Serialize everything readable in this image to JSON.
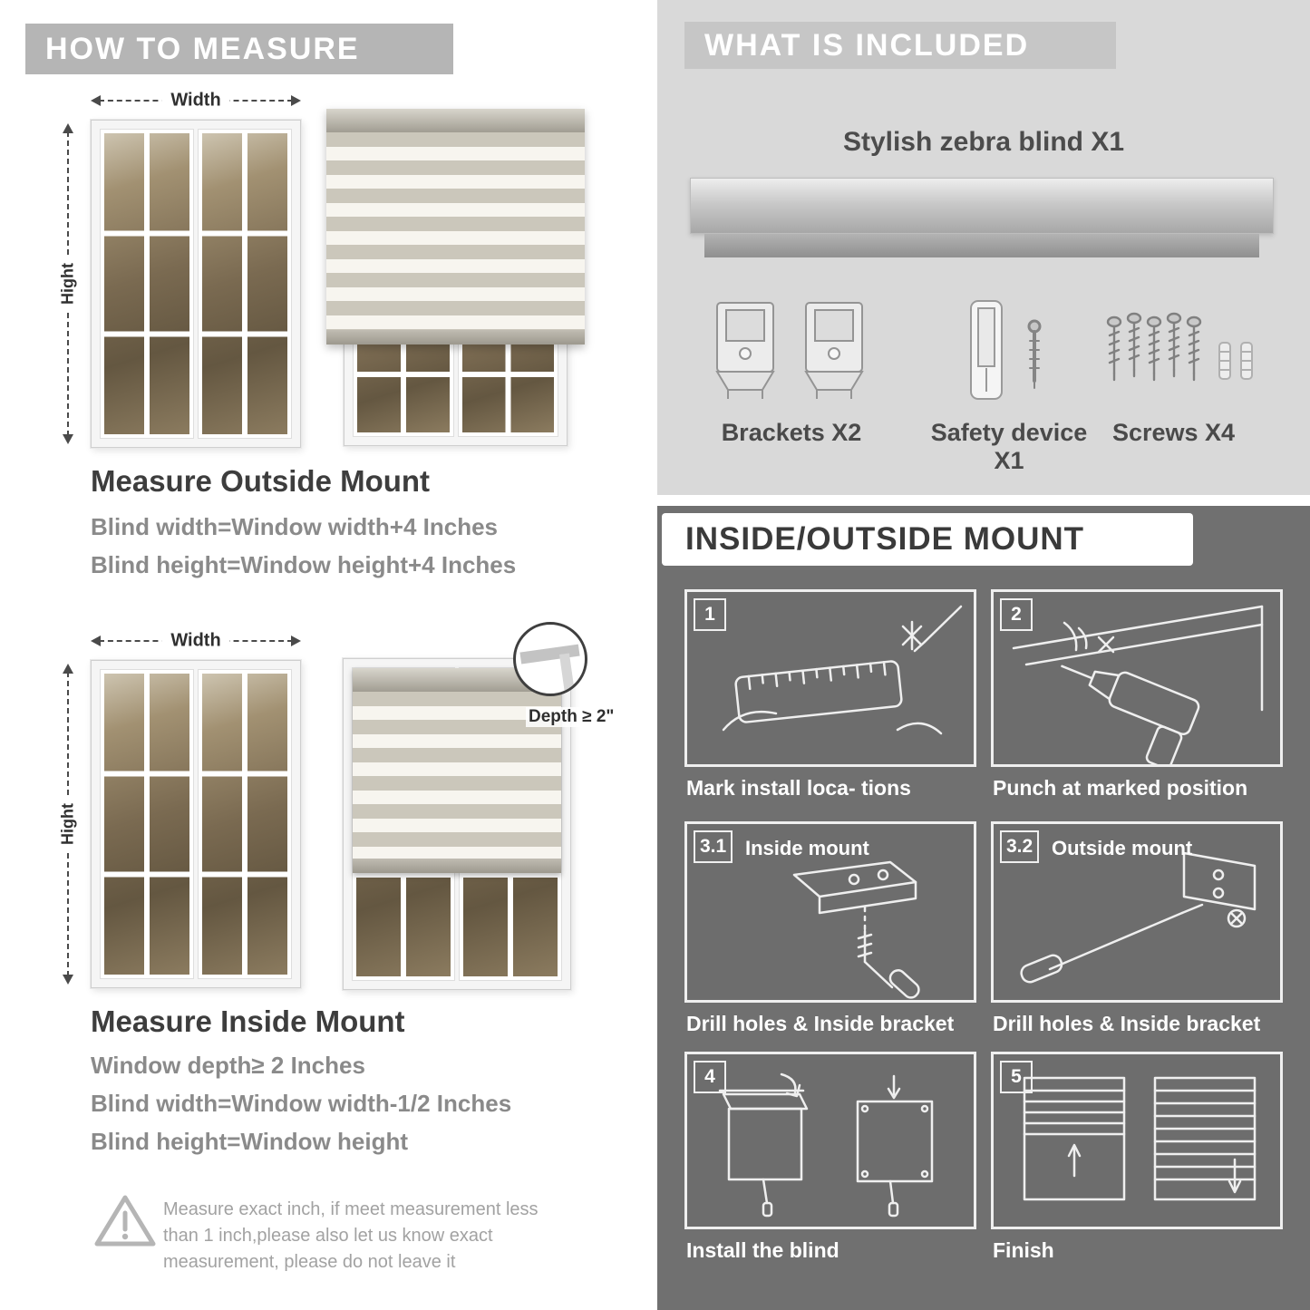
{
  "left": {
    "header": "HOW TO MEASURE",
    "outside_fig": {
      "width_label": "Width",
      "height_label": "Hight"
    },
    "outside": {
      "title": "Measure Outside Mount",
      "line1": "Blind width=Window width+4 Inches",
      "line2": "Blind height=Window height+4 Inches"
    },
    "inside_fig": {
      "width_label": "Width",
      "height_label": "Hight",
      "depth_label": "Depth ≥ 2\""
    },
    "inside": {
      "title": "Measure Inside Mount",
      "line1": "Window depth≥ 2 Inches",
      "line2": "Blind width=Window width-1/2 Inches",
      "line3": "Blind height=Window height"
    },
    "warning": {
      "icon": "triangle-exclamation",
      "text": "Measure exact inch, if meet measurement less than 1 inch,please also let us know exact measurement, please do not leave it"
    }
  },
  "included": {
    "header": "WHAT IS INCLUDED",
    "product_label": "Stylish zebra blind X1",
    "items": [
      {
        "label": "Brackets X2",
        "icon": "brackets-icon"
      },
      {
        "label": "Safety device X1",
        "icon": "safety-device-icon"
      },
      {
        "label": "Screws X4",
        "icon": "screws-icon"
      }
    ]
  },
  "mount": {
    "header": "INSIDE/OUTSIDE MOUNT",
    "steps": [
      {
        "num": "1",
        "caption": "Mark install loca- tions"
      },
      {
        "num": "2",
        "caption": "Punch at  marked position"
      },
      {
        "num": "3.1",
        "title": "Inside mount",
        "caption": "Drill holes &  Inside bracket"
      },
      {
        "num": "3.2",
        "title": "Outside mount",
        "caption": "Drill holes &  Inside bracket"
      },
      {
        "num": "4",
        "caption": "Install the blind"
      },
      {
        "num": "5",
        "caption": "Finish"
      }
    ]
  },
  "colors": {
    "left_header_bg": "#b5b5b5",
    "included_bg": "#d9d9d9",
    "included_band_bg": "#c6c6c6",
    "mount_bg": "#707070",
    "heading_text": "#3d3d3d",
    "formula_text": "#8a8a8a"
  }
}
